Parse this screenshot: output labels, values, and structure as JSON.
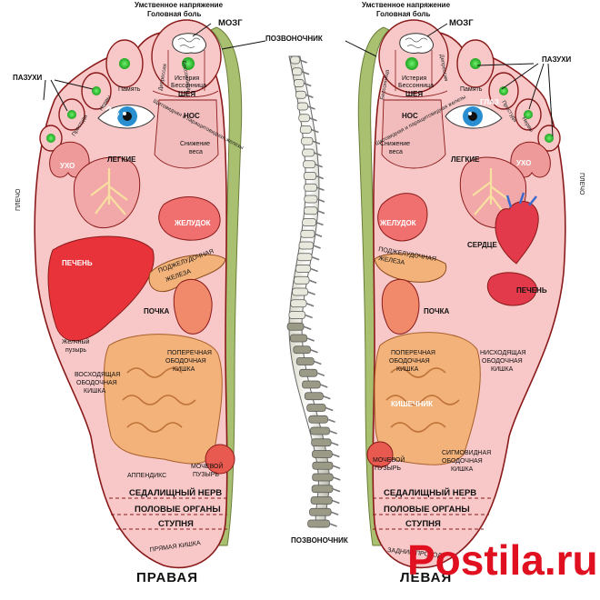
{
  "labels": {
    "mental_stress": "Умственное напряжение",
    "headache": "Головная боль",
    "brain": "МОЗГ",
    "spine_top": "ПОЗВОНОЧНИК",
    "spine_bottom": "ПОЗВОНОЧНИК",
    "sinuses": "ПАЗУХИ",
    "memory": "Память",
    "eye": "ГЛАЗ",
    "neck": "ШЕЯ",
    "nose": "НОС",
    "weight_loss_1": "Снижение",
    "weight_loss_2": "веса",
    "ear": "УХО",
    "lungs": "ЛЕГКИЕ",
    "shoulder": "ПЛЕЧО",
    "stomach": "ЖЕЛУДОК",
    "pancreas_1": "ПОДЖЕЛУДОЧНАЯ",
    "pancreas_2": "ЖЕЛЕЗА",
    "liver": "ПЕЧЕНЬ",
    "kidney": "ПОЧКА",
    "gallbladder_1": "Желчный",
    "gallbladder_2": "пузырь",
    "transverse_colon_1": "ПОПЕРЕЧНАЯ",
    "transverse_colon_2": "ОБОДОЧНАЯ",
    "transverse_colon_3": "КИШКА",
    "ascending_colon_1": "ВОСХОДЯЩАЯ",
    "ascending_colon_2": "ОБОДОЧНАЯ",
    "ascending_colon_3": "КИШКА",
    "descending_colon_1": "НИСХОДЯЩАЯ",
    "descending_colon_2": "ОБОДОЧНАЯ",
    "descending_colon_3": "КИШКА",
    "sigmoid_colon_1": "СИГМОВИДНАЯ",
    "sigmoid_colon_2": "ОБОДОЧНАЯ",
    "sigmoid_colon_3": "КИШКА",
    "appendix": "АППЕНДИКС",
    "bladder_1": "МОЧЕВОЙ",
    "bladder_2": "ПУЗЫРЬ",
    "sciatic": "СЕДАЛИЩНЫЙ НЕРВ",
    "genitals": "ПОЛОВЫЕ ОРГАНЫ",
    "foot": "СТУПНЯ",
    "rectum": "ПРЯМАЯ КИШКА",
    "anus": "ЗАДНИЙ ПРОХОД",
    "heart": "СЕРДЦЕ",
    "small_intestine": "КИШЕЧНИК",
    "hysteria": "Истерия",
    "insomnia": "Бессонница",
    "depression": "Депрессия",
    "insomnia_vert": "Бессонница",
    "spine_vert": "Щитовидная и паращитовидная железы",
    "cold": "Простуда",
    "nerves": "Нервы",
    "right": "ПРАВАЯ",
    "left": "ЛЕВАЯ"
  },
  "watermark": "Postila.ru",
  "colors": {
    "skin": "#f8c8c8",
    "outline": "#8a1a1a",
    "spine_band": "#a9c070",
    "green_dot": "#3fd43f",
    "liver": "#e8333a",
    "organ_pink": "#f08080",
    "intestine": "#f2b27a",
    "watermark": "#e01020"
  }
}
